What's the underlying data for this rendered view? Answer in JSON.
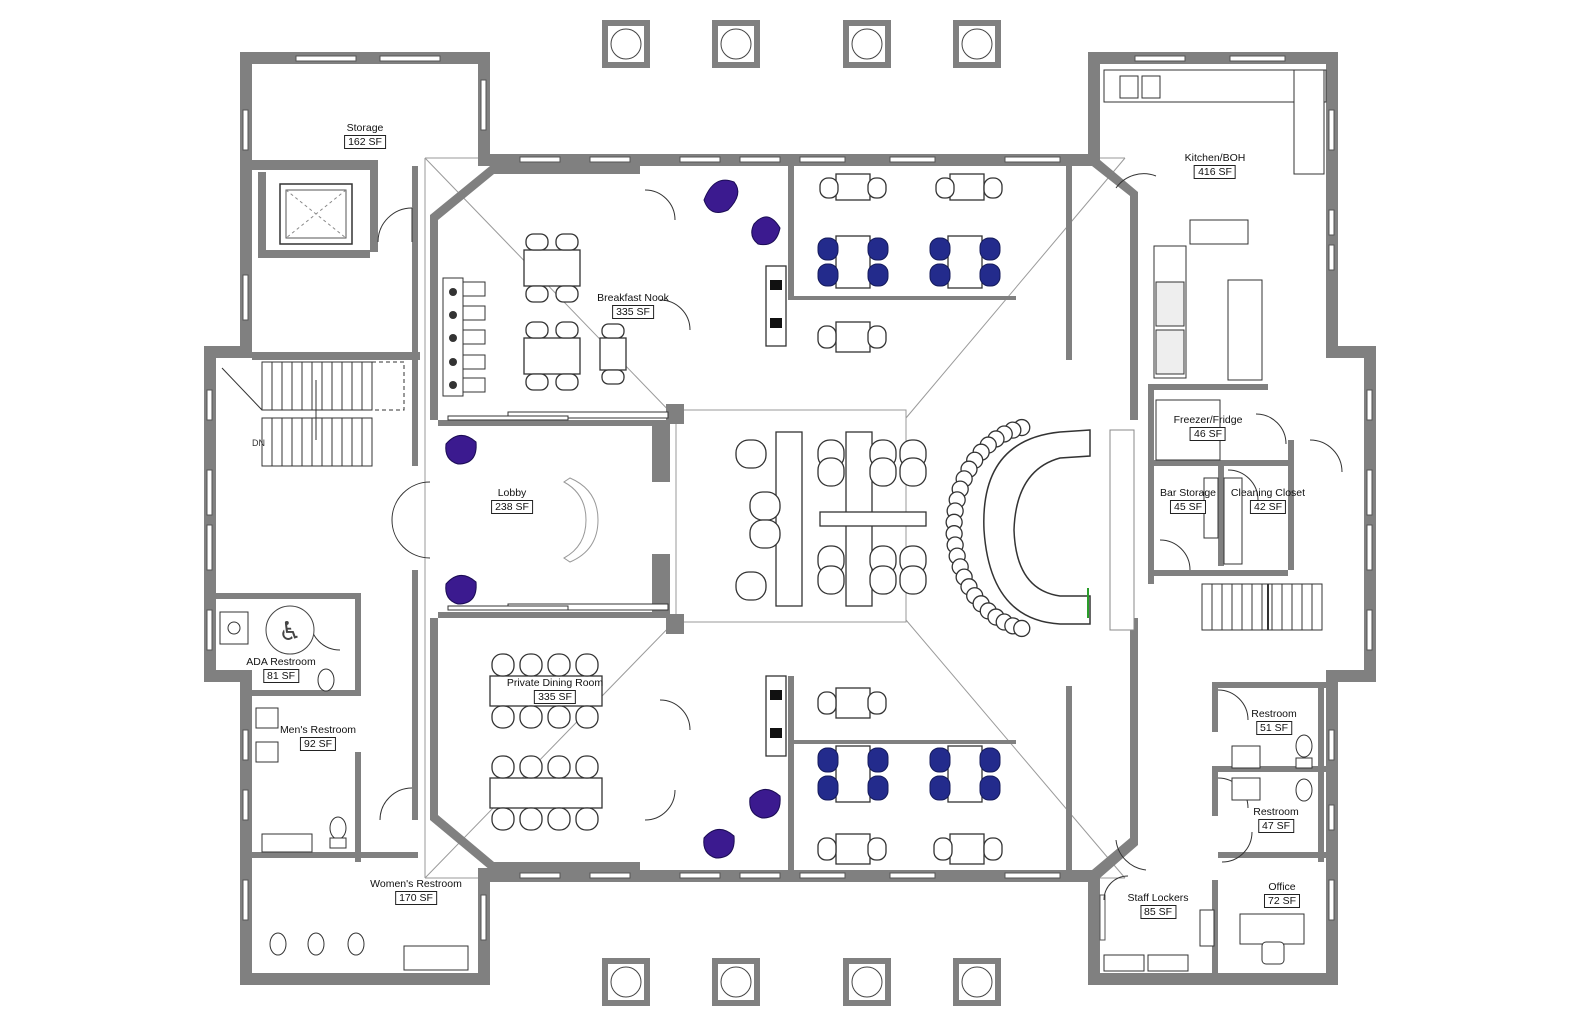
{
  "rooms": [
    {
      "id": "storage",
      "name": "Storage",
      "area": "162 SF"
    },
    {
      "id": "kitchen",
      "name": "Kitchen/BOH",
      "area": "416 SF"
    },
    {
      "id": "breakfast",
      "name": "Breakfast Nook",
      "area": "335 SF"
    },
    {
      "id": "lobby",
      "name": "Lobby",
      "area": "238 SF"
    },
    {
      "id": "freezer",
      "name": "Freezer/Fridge",
      "area": "46 SF"
    },
    {
      "id": "barstorage",
      "name": "Bar Storage",
      "area": "45 SF"
    },
    {
      "id": "cleaning",
      "name": "Cleaning Closet",
      "area": "42 SF"
    },
    {
      "id": "ada",
      "name": "ADA Restroom",
      "area": "81 SF"
    },
    {
      "id": "private",
      "name": "Private Dining Room",
      "area": "335 SF"
    },
    {
      "id": "mens",
      "name": "Men's Restroom",
      "area": "92 SF"
    },
    {
      "id": "restroom1",
      "name": "Restroom",
      "area": "51 SF"
    },
    {
      "id": "restroom2",
      "name": "Restroom",
      "area": "47 SF"
    },
    {
      "id": "womens",
      "name": "Women's Restroom",
      "area": "170 SF"
    },
    {
      "id": "office",
      "name": "Office",
      "area": "72 SF"
    },
    {
      "id": "lockers",
      "name": "Staff Lockers",
      "area": "85 SF"
    }
  ],
  "stair_label": "DN",
  "accessibility_symbol": "wheelchair-icon"
}
